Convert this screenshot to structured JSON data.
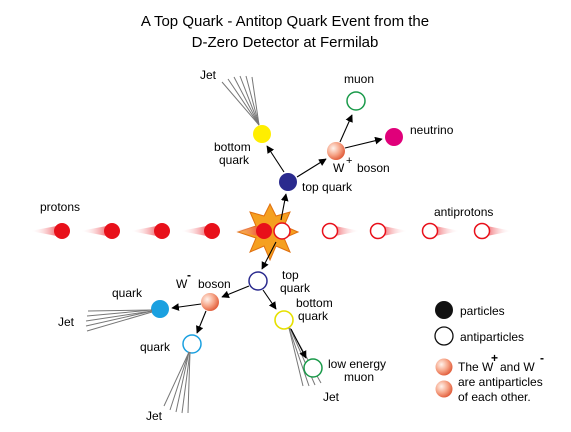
{
  "title_line1": "A Top Quark - Antitop Quark Event from the",
  "title_line2": "D-Zero Detector at Fermilab",
  "labels": {
    "protons": "protons",
    "antiprotons": "antiprotons",
    "jet_top": "Jet",
    "muon": "muon",
    "neutrino": "neutrino",
    "bottom_quark_top_line1": "bottom",
    "bottom_quark_top_line2": "quark",
    "w_plus_w": "W",
    "w_plus_sup": "+",
    "w_plus_boson": "boson",
    "top_quark": "top quark",
    "top_antiquark_line1": "top",
    "top_antiquark_line2": "quark",
    "w_minus_w": "W",
    "w_minus_sup": "-",
    "w_minus_boson": "boson",
    "quark_left": "quark",
    "jet_left": "Jet",
    "quark_bottom": "quark",
    "jet_bottom": "Jet",
    "bottom_quark_anti_line1": "bottom",
    "bottom_quark_anti_line2": "quark",
    "low_energy_muon_line1": "low energy",
    "low_energy_muon_line2": "muon",
    "jet_bottom_right": "Jet"
  },
  "legend": {
    "particles": "particles",
    "antiparticles": "antiparticles",
    "w_note_line1_pre": "The W",
    "w_note_line1_plus": "+",
    "w_note_line1_mid": "and W",
    "w_note_line1_minus": "-",
    "w_note_line2": "are antiparticles",
    "w_note_line3": "of each other."
  },
  "colors": {
    "proton": "#e8101a",
    "top_quark": "#2a2a8e",
    "bottom_quark_fill": "#ffee00",
    "muon_stroke": "#1a9a4a",
    "neutrino": "#e0007a",
    "anti_bottom_stroke": "#e6e000",
    "anti_light_quark": "#1aa0e0",
    "w_boson": "#f07050",
    "explosion": "#f5a020"
  }
}
